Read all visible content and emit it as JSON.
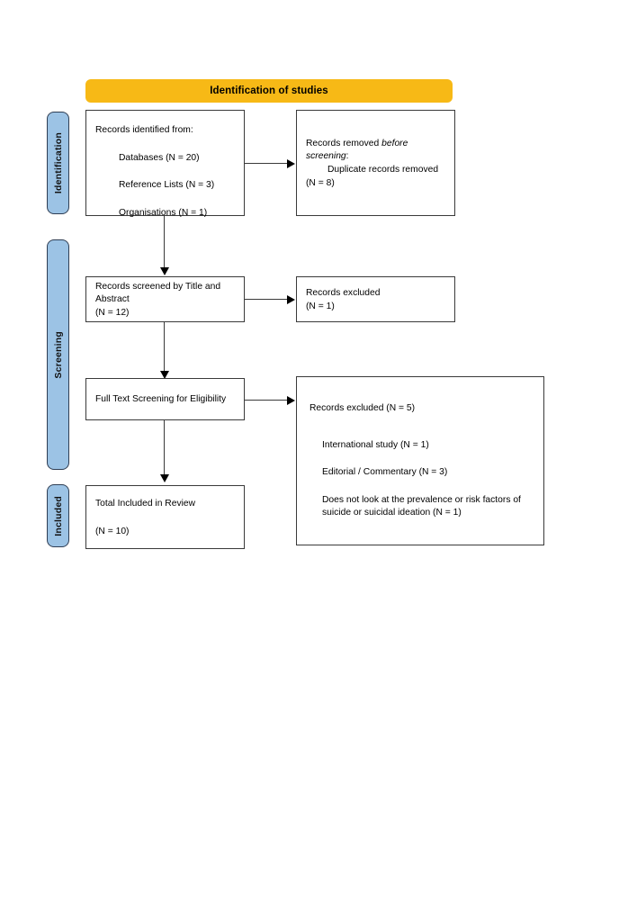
{
  "diagram": {
    "title": "PRISMA flow diagram",
    "banner": {
      "label": "Identification of studies"
    },
    "colors": {
      "banner_orange": "#F7B916",
      "stage_blue": "#9CC3E5",
      "stage_border": "#2F3E54",
      "box_border": "#3A3A3A",
      "text": "#000000"
    },
    "stages": [
      {
        "id": "identification",
        "label": "Identification"
      },
      {
        "id": "screening",
        "label": "Screening"
      },
      {
        "id": "included",
        "label": "Included"
      }
    ],
    "boxes": {
      "records_identified": {
        "heading": "Records identified from:",
        "items": [
          "Databases (N = 20)",
          "Reference Lists (N = 3)",
          "Organisations (N = 1)"
        ]
      },
      "records_removed": {
        "line1_lead": "Records removed ",
        "line1_italic": "before",
        "line2_italic": "screening",
        "line2_tail": ":",
        "item": "Duplicate records removed",
        "count": "(N = 8)"
      },
      "records_screened": {
        "line1": "Records screened by Title and",
        "line2": "Abstract",
        "count": "(N = 12)"
      },
      "records_excluded_screening": {
        "line1": "Records excluded",
        "count": "(N = 1)"
      },
      "full_text_screening": {
        "label": "Full Text Screening for Eligibility"
      },
      "records_excluded_eligibility": {
        "heading": "Records excluded (N = 5)",
        "reasons": [
          "International study (N = 1)",
          "Editorial / Commentary (N = 3)"
        ],
        "reason_long_line1": "Does not look at the prevalence or risk factors of",
        "reason_long_line2": "suicide or suicidal ideation (N = 1)"
      },
      "total_included": {
        "label": "Total Included in Review",
        "count": "(N = 10)"
      }
    }
  }
}
